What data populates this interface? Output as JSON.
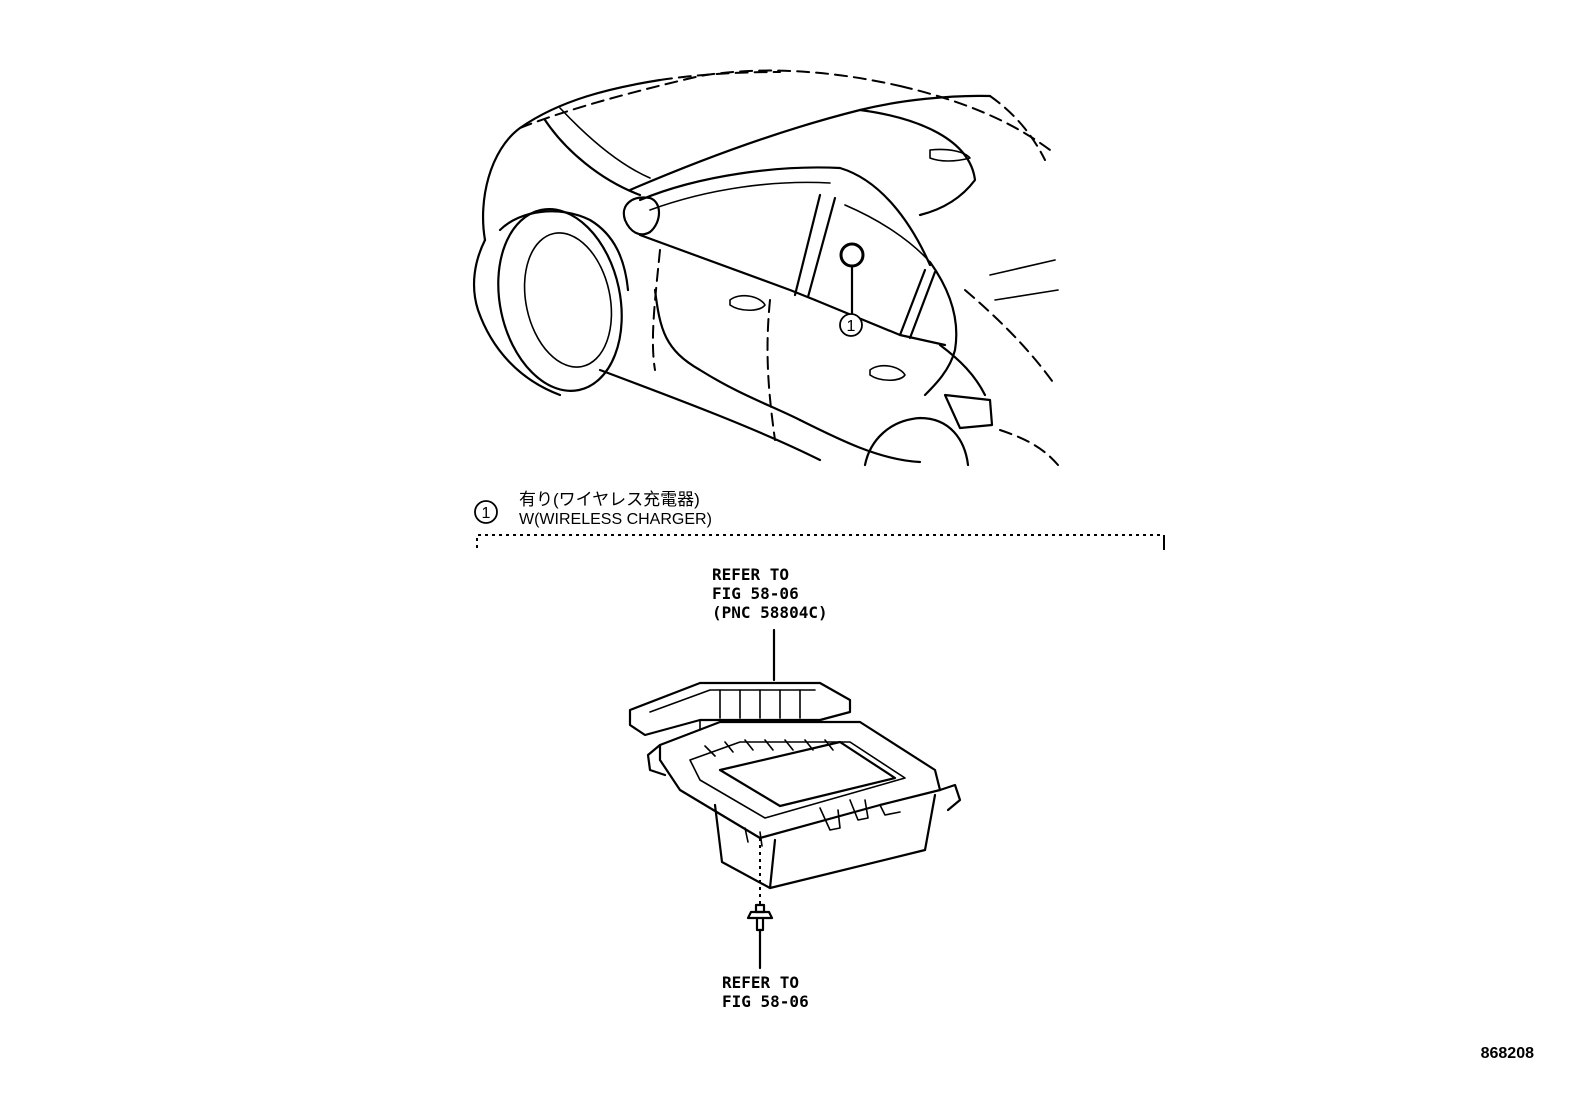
{
  "callout": {
    "number": "1",
    "label_jp": "有り(ワイヤレス充電器)",
    "label_en": "W(WIRELESS CHARGER)"
  },
  "refer_top": {
    "line1": "REFER TO",
    "line2": "FIG 58-06",
    "line3": "(PNC 58804C)"
  },
  "refer_bottom": {
    "line1": "REFER TO",
    "line2": "FIG 58-06"
  },
  "figure_id": "868208"
}
